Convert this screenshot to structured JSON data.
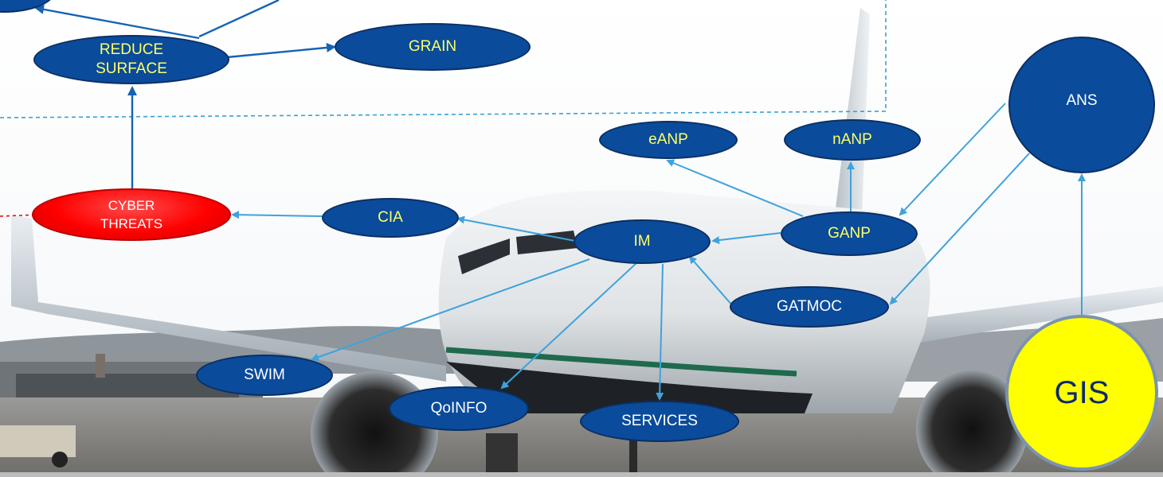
{
  "nodes": {
    "reduce_surface": "REDUCE\nSURFACE",
    "grain": "GRAIN",
    "cyber_threats": "CYBER\nTHREATS",
    "cia": "CIA",
    "im": "IM",
    "eanp": "eANP",
    "nanp": "nANP",
    "ganp": "GANP",
    "gatmoc": "GATMOC",
    "ans": "ANS",
    "gis": "GIS",
    "swim": "SWIM",
    "qoinfo": "QoINFO",
    "services": "SERVICES"
  },
  "colors": {
    "node_fill": "#0a4b9b",
    "node_text": "#ffff66",
    "arrow": "#3fa2dc",
    "arrow_dark": "#1463b4",
    "threat_fill": "#ff0000",
    "gis_fill": "#ffff00",
    "dashed_border": "#3a9fd6"
  }
}
